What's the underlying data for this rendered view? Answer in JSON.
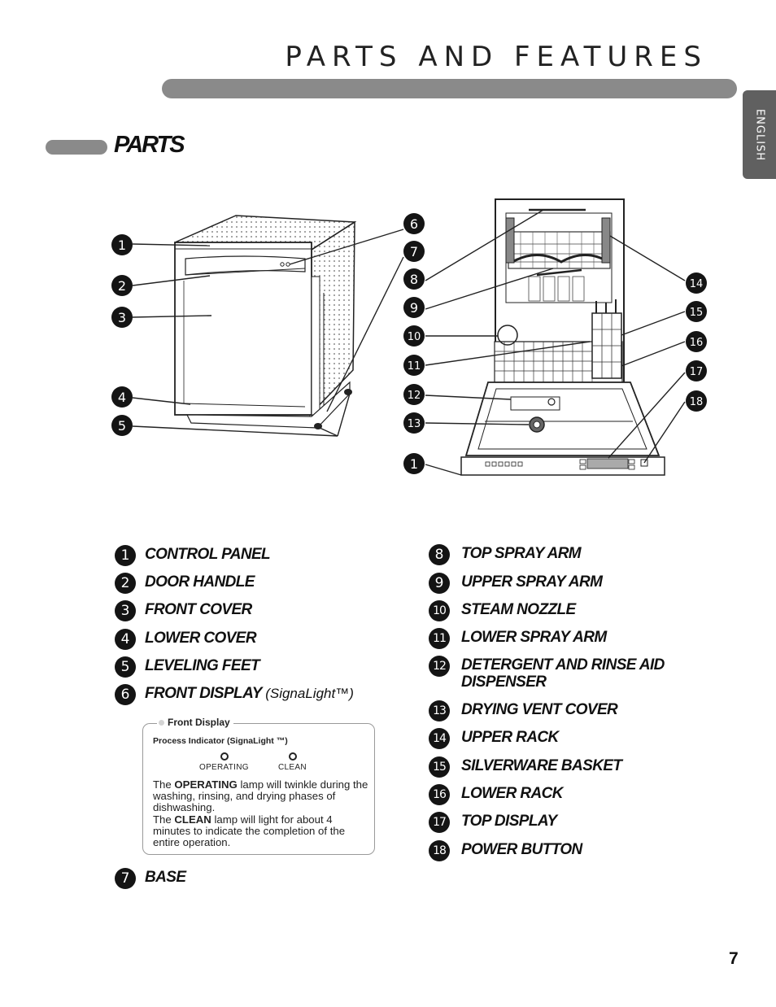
{
  "header": {
    "title": "PARTS AND FEATURES",
    "language_tab": "ENGLISH"
  },
  "section": {
    "title": "PARTS"
  },
  "callouts": [
    "1",
    "2",
    "3",
    "4",
    "5",
    "6",
    "7",
    "8",
    "9",
    "10",
    "11",
    "12",
    "13",
    "1",
    "14",
    "15",
    "16",
    "17",
    "18"
  ],
  "parts_left": [
    {
      "number": "1",
      "label": "CONTROL PANEL"
    },
    {
      "number": "2",
      "label": "DOOR HANDLE"
    },
    {
      "number": "3",
      "label": "FRONT COVER"
    },
    {
      "number": "4",
      "label": "LOWER COVER"
    },
    {
      "number": "5",
      "label": "LEVELING FEET"
    },
    {
      "number": "6",
      "label": "FRONT DISPLAY",
      "sublabel": "(SignaLight™)"
    },
    {
      "number": "7",
      "label": "BASE"
    }
  ],
  "parts_right": [
    {
      "number": "8",
      "label": "TOP SPRAY ARM"
    },
    {
      "number": "9",
      "label": "UPPER SPRAY ARM"
    },
    {
      "number": "10",
      "label": "STEAM NOZZLE"
    },
    {
      "number": "11",
      "label": "LOWER SPRAY ARM"
    },
    {
      "number": "12",
      "label": "DETERGENT AND RINSE AID",
      "label_line2": "DISPENSER"
    },
    {
      "number": "13",
      "label": "DRYING VENT COVER"
    },
    {
      "number": "14",
      "label": "UPPER RACK"
    },
    {
      "number": "15",
      "label": "SILVERWARE BASKET"
    },
    {
      "number": "16",
      "label": "LOWER RACK"
    },
    {
      "number": "17",
      "label": "TOP DISPLAY"
    },
    {
      "number": "18",
      "label": "POWER BUTTON"
    }
  ],
  "front_display_box": {
    "title": "Front Display",
    "subtitle": "Process Indicator (SignaLight ™)",
    "lamps": [
      "OPERATING",
      "CLEAN"
    ],
    "text1_pre": "The ",
    "text1_bold": "OPERATING",
    "text1_post": " lamp will twinkle during the washing, rinsing, and drying phases of dishwashing.",
    "text2_pre": "The ",
    "text2_bold": "CLEAN",
    "text2_post": " lamp will light for about 4 minutes to indicate the completion of the entire operation."
  },
  "page_number": "7"
}
